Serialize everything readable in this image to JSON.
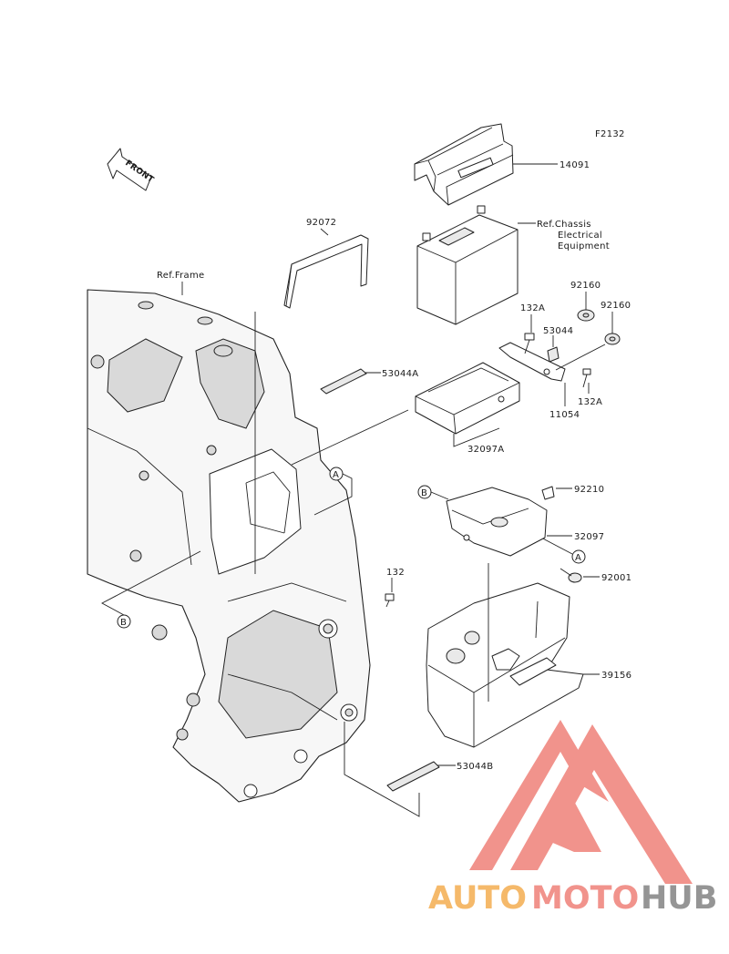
{
  "figure_id": "F2132",
  "front_label": "FRONT",
  "ref_labels": {
    "frame": "Ref.Frame",
    "chassis_line1": "Ref.Chassis",
    "chassis_line2": "Electrical",
    "chassis_line3": "Equipment"
  },
  "part_numbers": {
    "p14091": "14091",
    "p92072": "92072",
    "p53044A": "53044A",
    "p132A_top": "132A",
    "p53044": "53044",
    "p92160_a": "92160",
    "p92160_b": "92160",
    "p132A_bot": "132A",
    "p11054": "11054",
    "p32097A": "32097A",
    "p92210": "92210",
    "p32097": "32097",
    "p92001": "92001",
    "p132": "132",
    "p39156": "39156",
    "p53044B": "53044B"
  },
  "callouts": {
    "a1": "A",
    "a2": "A",
    "b1": "B",
    "b2": "B"
  },
  "watermark": {
    "word_part1": "AUTO",
    "word_part2": "MOTO",
    "word_part3": "HUB",
    "color_orange": "#f5b25a",
    "color_red": "#f08880",
    "color_grey": "#8a8a8a"
  }
}
